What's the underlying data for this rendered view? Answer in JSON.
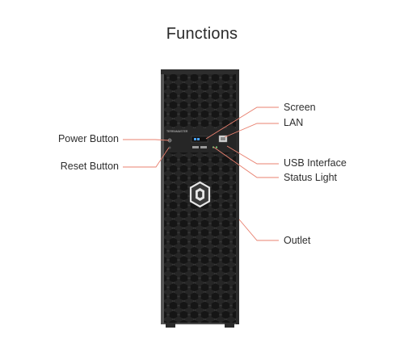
{
  "title": "Functions",
  "labels": {
    "power_button": "Power Button",
    "reset_button": "Reset Button",
    "screen": "Screen",
    "lan": "LAN",
    "usb_interface": "USB Interface",
    "status_light": "Status Light",
    "outlet": "Outlet"
  },
  "colors": {
    "leader": "#e8806f",
    "chassis": "#3b3b3b",
    "mesh": "#2a2a2a",
    "logo": "#e6e6e6"
  }
}
